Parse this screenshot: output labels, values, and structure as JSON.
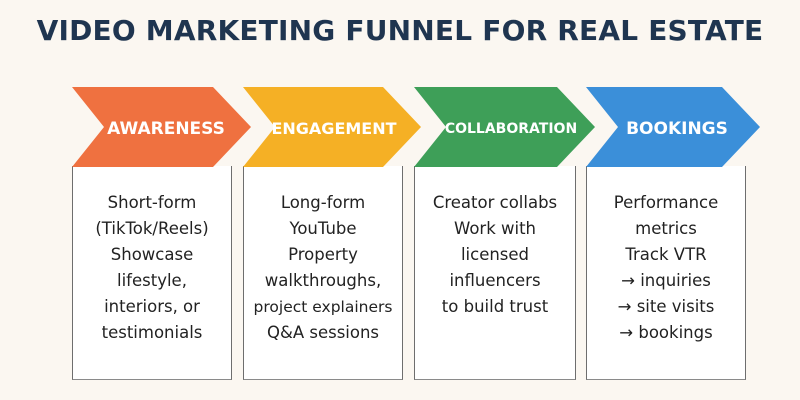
{
  "title": "VIDEO MARKETING FUNNEL FOR REAL ESTATE",
  "colors": {
    "background": "#fbf7f1",
    "title": "#1f3550",
    "stage_text": "#ffffff"
  },
  "stages": [
    {
      "label": "AWARENESS",
      "color": "#ef7140",
      "lines": [
        "Short-form",
        "(TikTok/Reels)",
        "Showcase",
        "lifestyle,",
        "interiors, or",
        "testimonials"
      ]
    },
    {
      "label": "ENGAGEMENT",
      "color": "#f5b025",
      "lines": [
        "Long-form",
        "YouTube",
        "Property",
        "walkthroughs,",
        "project explainers",
        "Q&A sessions"
      ]
    },
    {
      "label": "COLLABORATION",
      "color": "#3e9f58",
      "lines": [
        "Creator collabs",
        "Work with",
        "licensed",
        "influencers",
        "to build trust"
      ]
    },
    {
      "label": "BOOKINGS",
      "color": "#3b8fd9",
      "lines": [
        "Performance",
        "metrics",
        "Track VTR",
        "→ inquiries",
        "→ site visits",
        "→ bookings"
      ]
    }
  ]
}
